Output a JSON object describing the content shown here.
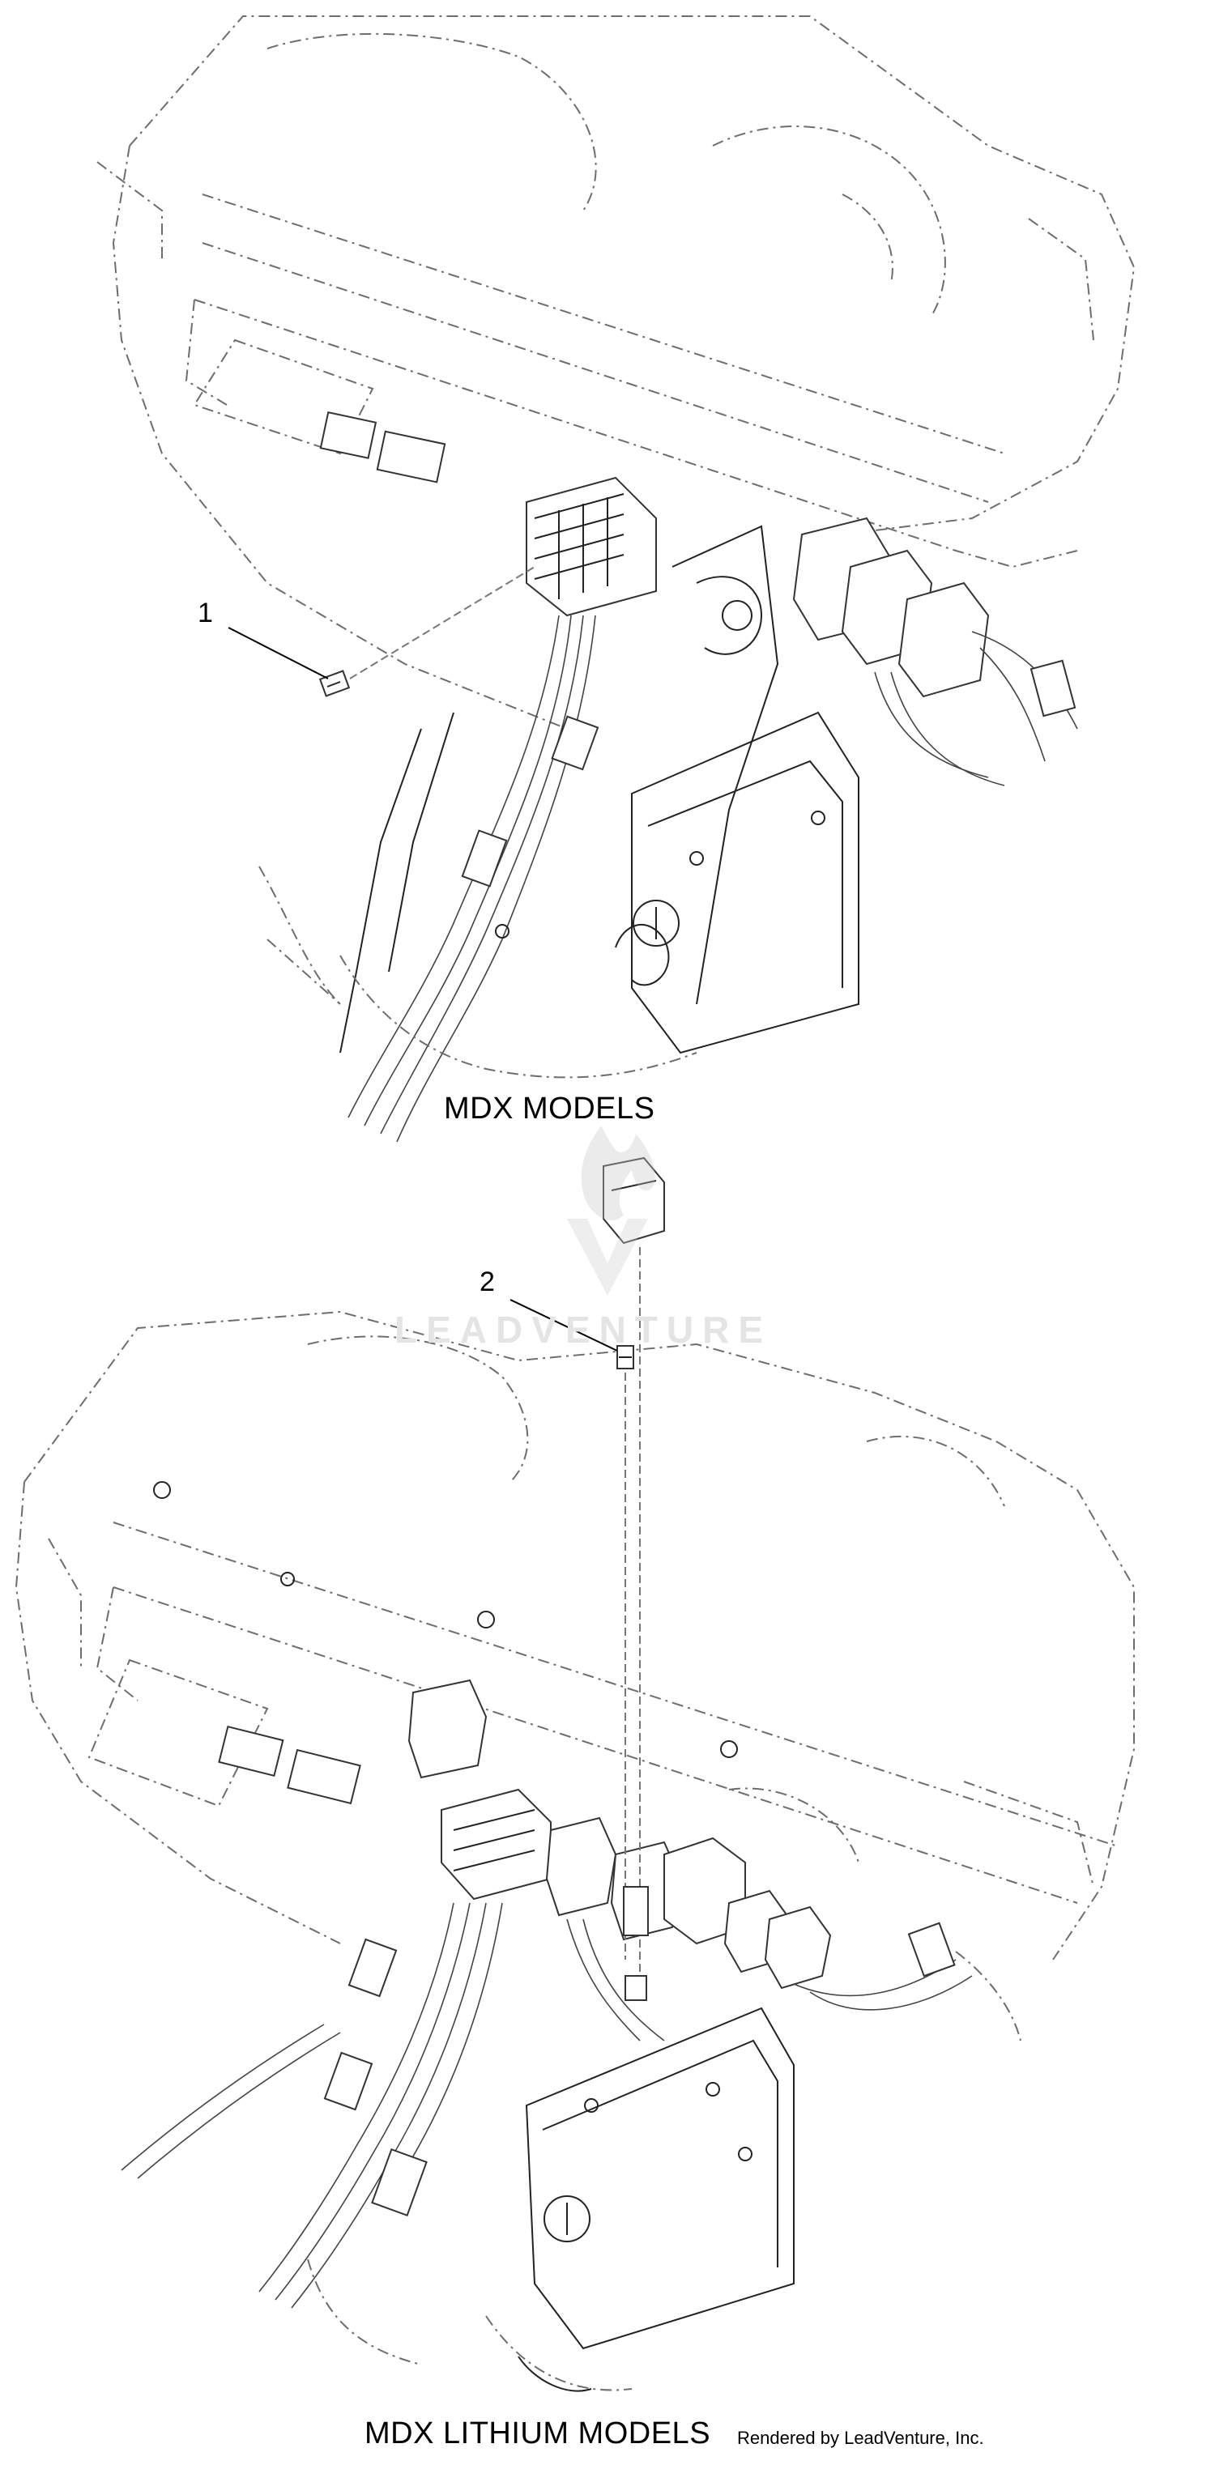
{
  "diagram": {
    "views": [
      {
        "caption": "MDX MODELS"
      },
      {
        "caption": "MDX LITHIUM MODELS"
      }
    ],
    "callouts": [
      {
        "number": "1"
      },
      {
        "number": "2"
      }
    ],
    "watermark": {
      "text": "LEADVENTURE"
    },
    "credit": "Rendered by LeadVenture, Inc."
  }
}
